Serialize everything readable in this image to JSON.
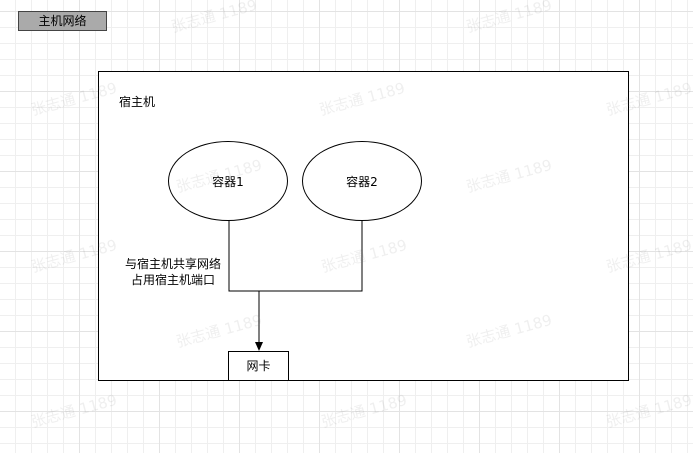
{
  "title": "主机网络",
  "host": {
    "label": "宿主机"
  },
  "containers": [
    "容器1",
    "容器2"
  ],
  "note": [
    "与宿主机共享网络",
    "占用宿主机端口"
  ],
  "nic": "网卡",
  "watermark": "张志通 1189"
}
